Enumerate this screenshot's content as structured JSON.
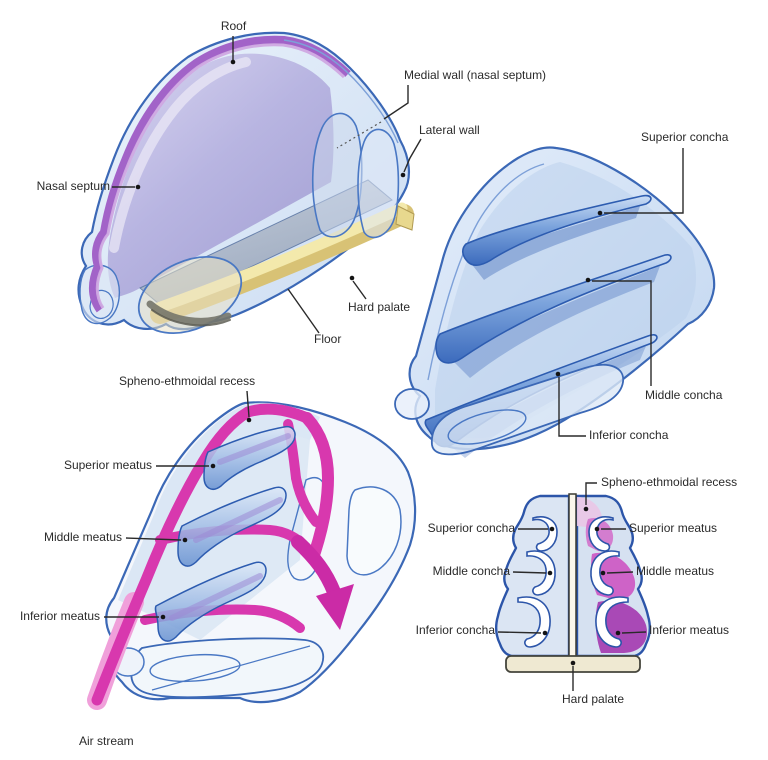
{
  "colors": {
    "outline_blue": "#3b68b6",
    "shell_fill_light": "#d9e6f5",
    "concha_blue_dark": "#3c6bbd",
    "septum_purple": "#a263c8",
    "medial_wall_lavender": "#b6b2e0",
    "floor_gray": "#a2aec2",
    "hard_palate_yellow": "#e9d88f",
    "air_stream_magenta": "#d838ae",
    "recess_pink_light": "#e9c7e6",
    "superior_meatus_pink": "#d377cc",
    "middle_meatus_magenta": "#cd5cc4",
    "inferior_meatus_purple": "#a740b2",
    "label_text": "#2a2a2a",
    "leader_line": "#2a2a2a"
  },
  "panels": {
    "medial_view": {
      "labels": {
        "roof": "Roof",
        "medial_wall": "Medial wall (nasal septum)",
        "lateral_wall": "Lateral wall",
        "nasal_septum": "Nasal septum",
        "hard_palate": "Hard palate",
        "floor": "Floor"
      }
    },
    "lateral_view": {
      "labels": {
        "superior_concha": "Superior concha",
        "middle_concha": "Middle concha",
        "inferior_concha": "Inferior concha"
      }
    },
    "airflow_view": {
      "labels": {
        "sphenoethmoidal_recess": "Spheno-ethmoidal recess",
        "superior_meatus": "Superior meatus",
        "middle_meatus": "Middle meatus",
        "inferior_meatus": "Inferior meatus",
        "air_stream": "Air stream"
      }
    },
    "coronal_view": {
      "labels": {
        "sphenoethmoidal_recess": "Spheno-ethmoidal recess",
        "superior_concha": "Superior concha",
        "superior_meatus": "Superior meatus",
        "middle_concha": "Middle concha",
        "middle_meatus": "Middle meatus",
        "inferior_concha": "Inferior concha",
        "inferior_meatus": "Inferior meatus",
        "hard_palate": "Hard palate"
      }
    }
  }
}
